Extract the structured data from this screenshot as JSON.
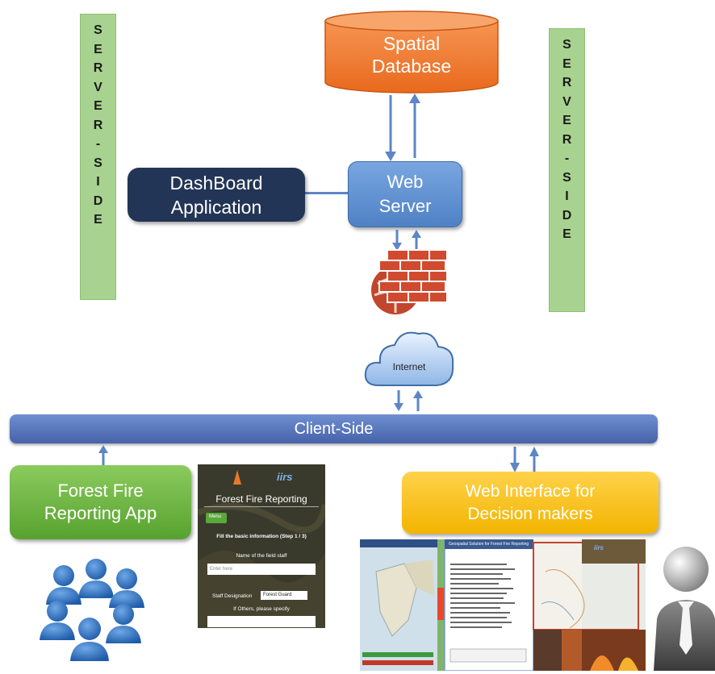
{
  "server_side_left": [
    "S",
    "E",
    "R",
    "V",
    "E",
    "R",
    "-",
    "S",
    "I",
    "D",
    "E"
  ],
  "server_side_right": [
    "S",
    "E",
    "R",
    "V",
    "E",
    "R",
    "-",
    "S",
    "I",
    "D",
    "E"
  ],
  "database": {
    "line1": "Spatial",
    "line2": "Database"
  },
  "dashboard": {
    "line1": "DashBoard",
    "line2": "Application"
  },
  "web_server": {
    "line1": "Web",
    "line2": "Server"
  },
  "internet": "Internet",
  "client_side": "Client-Side",
  "forest_fire_app": {
    "line1": "Forest Fire",
    "line2": "Reporting App"
  },
  "web_interface": {
    "line1": "Web Interface for",
    "line2": "Decision makers"
  },
  "phone_screen": {
    "brand": "iirs",
    "title": "Forest Fire Reporting",
    "menu_button": "Menu",
    "step_text": "Fill the basic information (Step 1 / 3)",
    "name_label": "Name of the field staff",
    "name_placeholder": "Enter here",
    "designation_label": "Staff Designation",
    "designation_value": "Forest Guard",
    "others_label": "If Others, please specify"
  },
  "web_screen": {
    "header": "Geospatial Solution for Forest Fire Reporting",
    "brand": "iirs"
  },
  "colors": {
    "database": "#f07a2c",
    "dashboard": "#233556",
    "web_server": "#5b8bd0",
    "client_bar": "#5572bd",
    "green_box": "#6db443",
    "yellow_box": "#f8c21c",
    "banner": "#a8d28f",
    "arrow": "#5d86c6",
    "brick": "#c9472f",
    "users": "#2f73c2"
  }
}
